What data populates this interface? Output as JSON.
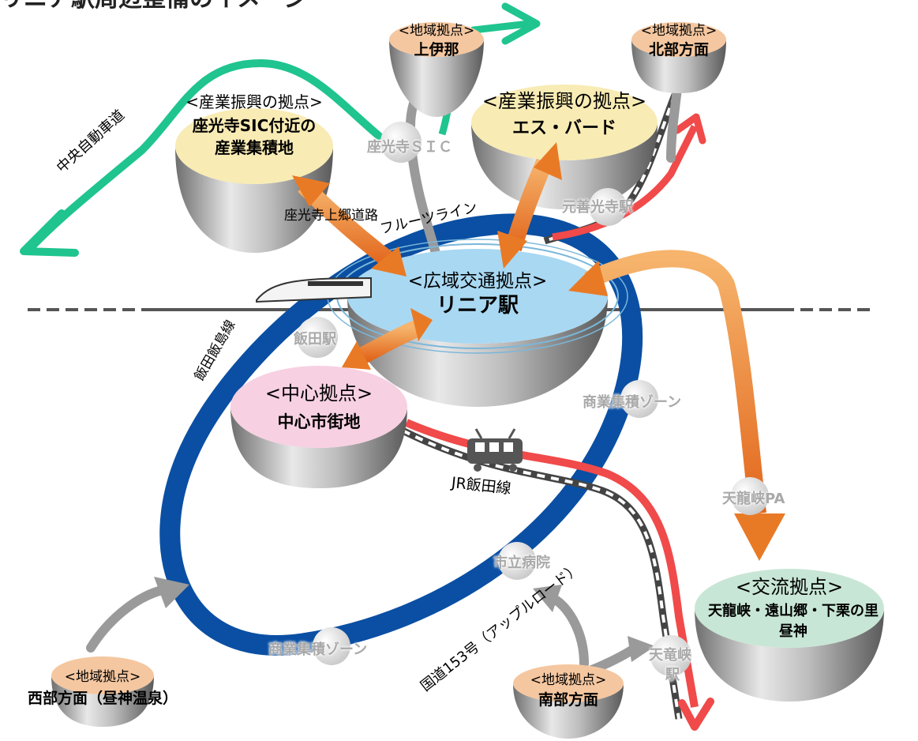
{
  "title_fragment": "リニア駅周辺整備のイメージ",
  "colors": {
    "highway": "#1fc48f",
    "red_line": "#f04a4a",
    "blue_ring": "#0a4fa3",
    "orange": "#ec7b2a",
    "gray_arrow": "#9a9a9a"
  },
  "nodes": {
    "ue_ina": {
      "tag": "<地域拠点>",
      "name": "上伊那"
    },
    "hokubu": {
      "tag": "<地域拠点>",
      "name": "北部方面"
    },
    "zakoji_ind": {
      "tag": "<産業振興の拠点>",
      "name1": "座光寺SIC付近の",
      "name2": "産業集積地"
    },
    "es_bird": {
      "tag": "<産業振興の拠点>",
      "name": "エス・バード"
    },
    "linear": {
      "tag": "<広域交通拠点>",
      "name": "リニア駅"
    },
    "chushin": {
      "tag": "<中心拠点>",
      "name": "中心市街地"
    },
    "koryu": {
      "tag": "<交流拠点>",
      "name1": "天龍峡・遠山郷・下栗の里",
      "name2": "昼神"
    },
    "seibu": {
      "tag": "<地域拠点>",
      "name": "西部方面（昼神温泉）"
    },
    "nanbu": {
      "tag": "<地域拠点>",
      "name": "南部方面"
    }
  },
  "spots": {
    "zakoji_sic": "座光寺ＳＩＣ",
    "motozenkoji": "元善光寺駅",
    "iida_sta": "飯田駅",
    "shogyo1": "商業集積ゾーン",
    "tenryukyo_pa": "天龍峡PA",
    "shiritsu": "市立病院",
    "shogyo2": "商業集積ゾーン",
    "tenryukyo_sta1": "天竜峡",
    "tenryukyo_sta2": "駅"
  },
  "routes": {
    "chuo": "中央自動車道",
    "zakoji_road": "座光寺上郷道路",
    "fruit": "フルーツライン",
    "iida_loop": "飯田飯島線",
    "jr": "JR飯田線",
    "r153": "国道153号（アップルロード）"
  }
}
